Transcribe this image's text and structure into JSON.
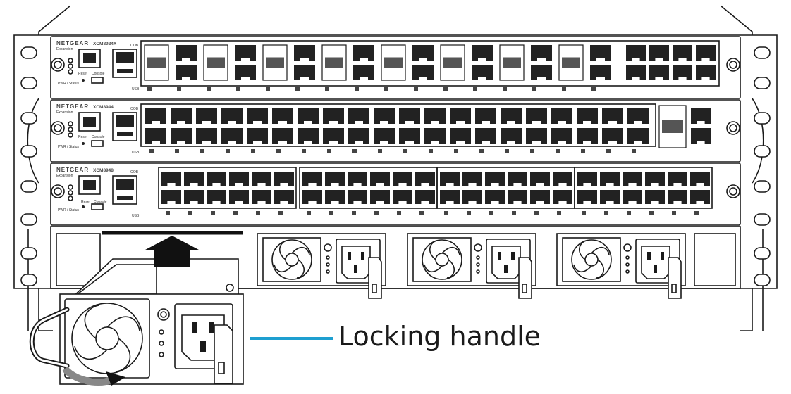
{
  "diagram": {
    "callout": {
      "label": "Locking handle",
      "line_color": "#1E9FD0"
    },
    "switches": [
      {
        "brand": "NETGEAR",
        "model": "XCM8924X",
        "labels": {
          "reset": "Reset",
          "console": "Console",
          "usb": "USB",
          "pwr": "PWR / Status",
          "oob": "OOB",
          "expansion": "Expansion"
        }
      },
      {
        "brand": "NETGEAR",
        "model": "XCM8944",
        "labels": {
          "reset": "Reset",
          "console": "Console",
          "usb": "USB",
          "pwr": "PWR / Status",
          "oob": "OOB",
          "expansion": "Expansion"
        }
      },
      {
        "brand": "NETGEAR",
        "model": "XCM8948",
        "labels": {
          "reset": "Reset",
          "console": "Console",
          "usb": "USB",
          "pwr": "PWR / Status",
          "oob": "OOB",
          "expansion": "Expansion"
        }
      }
    ],
    "psu_bay_count": 3,
    "icons": [
      "up-arrow-icon",
      "curved-arrow-icon",
      "fan-icon",
      "power-inlet-icon",
      "mounting-hole-icon"
    ]
  }
}
